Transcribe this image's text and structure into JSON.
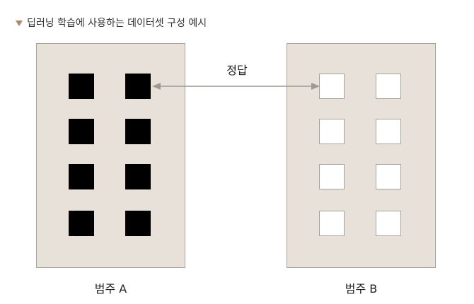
{
  "caption": "딥러닝 학습에 사용하는 데이터셋 구성 예시",
  "arrow_label": "정답",
  "category_a": {
    "label": "범주 A",
    "items": 8,
    "fill": "#000000"
  },
  "category_b": {
    "label": "범주 B",
    "items": 8,
    "fill": "#ffffff"
  },
  "colors": {
    "panel": "#e8e1d9",
    "border": "#a7a29b",
    "caption_marker": "#a98a68",
    "arrow": "#9d9993"
  }
}
